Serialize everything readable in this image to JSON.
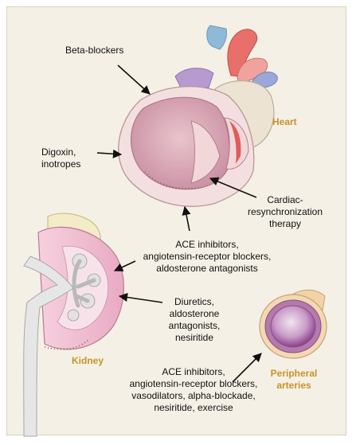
{
  "labels": {
    "beta_blockers": "Beta-blockers",
    "digoxin": [
      "Digoxin,",
      "inotropes"
    ],
    "crt": [
      "Cardiac-",
      "resynchronization",
      "therapy"
    ],
    "ace_center": [
      "ACE inhibitors,",
      "angiotensin-receptor blockers,",
      "aldosterone antagonists"
    ],
    "diuretics": [
      "Diuretics,",
      "aldosterone",
      "antagonists,",
      "nesiritide"
    ],
    "ace_bottom": [
      "ACE inhibitors,",
      "angiotensin-receptor blockers,",
      "vasodilators, alpha-blockade,",
      "nesiritide, exercise"
    ]
  },
  "organs": {
    "heart": "Heart",
    "kidney": "Kidney",
    "arteries": [
      "Peripheral",
      "arteries"
    ]
  },
  "colors": {
    "background": "#f4f0e5",
    "organ_label": "#c69329",
    "heart_wall": "#f1d7d7",
    "heart_chamber": "#d9a6b4",
    "kidney_cortex": "#f0c0d2",
    "artery_lumen": "#c58cc0",
    "arrow": "#111111"
  }
}
